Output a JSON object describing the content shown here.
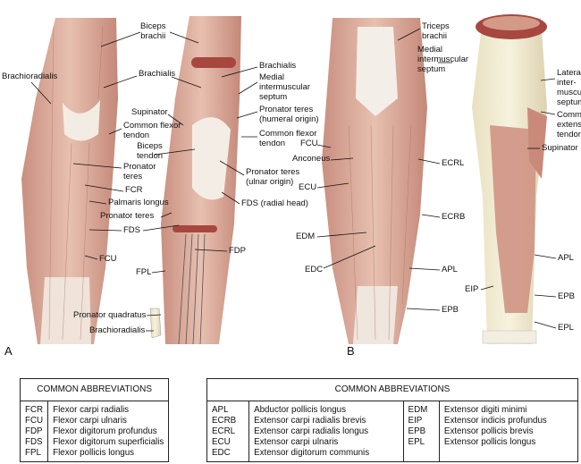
{
  "panels": {
    "a": "A",
    "b": "B"
  },
  "labels_a": {
    "biceps_brachii": [
      "Biceps",
      "brachii"
    ],
    "brachioradialis_top": "Brachioradialis",
    "brachialis_1": "Brachialis",
    "brachialis_2": "Brachialis",
    "medial_septum": [
      "Medial",
      "intermuscular",
      "septum"
    ],
    "supinator": "Supinator",
    "pronator_teres_humeral": [
      "Pronator teres",
      "(humeral origin)"
    ],
    "common_flexor_1": [
      "Common flexor",
      "tendon"
    ],
    "common_flexor_2": [
      "Common flexor",
      "tendon"
    ],
    "biceps_tendon": [
      "Biceps",
      "tendon"
    ],
    "pronator_teres_1": [
      "Pronator",
      "teres"
    ],
    "pronator_teres_ulnar": [
      "Pronator teres",
      "(ulnar origin)"
    ],
    "fcr": "FCR",
    "fds_radial": "FDS (radial head)",
    "palmaris_longus": "Palmaris longus",
    "pronator_teres_2": "Pronator teres",
    "fds": "FDS",
    "fdp": "FDP",
    "fcu": "FCU",
    "fpl": "FPL",
    "pronator_quadratus": "Pronator quadratus",
    "brachioradialis_bottom": "Brachioradialis"
  },
  "labels_b": {
    "triceps": [
      "Triceps",
      "brachii"
    ],
    "medial_septum": [
      "Medial",
      "intermuscular",
      "septum"
    ],
    "lateral_septum": [
      "Lateral",
      "inter-",
      "muscular",
      "septum"
    ],
    "common_extensor": [
      "Common",
      "extensor",
      "tendon"
    ],
    "fcu": "FCU",
    "anconeus": "Anconeus",
    "ecrl": "ECRL",
    "supinator": "Supinator",
    "ecu": "ECU",
    "ecrb": "ECRB",
    "edm": "EDM",
    "edc": "EDC",
    "apl_1": "APL",
    "apl_2": "APL",
    "eip": "EIP",
    "epb_1": "EPB",
    "epb_2": "EPB",
    "epl": "EPL"
  },
  "table_left": {
    "title": "COMMON ABBREVIATIONS",
    "rows": [
      {
        "abbr": "FCR",
        "name": "Flexor carpi radialis"
      },
      {
        "abbr": "FCU",
        "name": "Flexor carpi ulnaris"
      },
      {
        "abbr": "FDP",
        "name": "Flexor digitorum profundus"
      },
      {
        "abbr": "FDS",
        "name": "Flexor digitorum superficialis"
      },
      {
        "abbr": "FPL",
        "name": "Flexor pollicis longus"
      }
    ]
  },
  "table_right": {
    "title": "COMMON ABBREVIATIONS",
    "rows": [
      {
        "abbr": "APL",
        "name": "Abductor pollicis longus",
        "abbr2": "EDM",
        "name2": "Extensor digiti minimi"
      },
      {
        "abbr": "ECRB",
        "name": "Extensor carpi radialis brevis",
        "abbr2": "EIP",
        "name2": "Extensor indicis profundus"
      },
      {
        "abbr": "ECRL",
        "name": "Extensor carpi radialis longus",
        "abbr2": "EPB",
        "name2": "Extensor pollicis brevis"
      },
      {
        "abbr": "ECU",
        "name": "Extensor carpi ulnaris",
        "abbr2": "EPL",
        "name2": "Extensor pollicis longus"
      },
      {
        "abbr": "EDC",
        "name": "Extensor digitorum communis",
        "abbr2": "",
        "name2": ""
      }
    ]
  }
}
